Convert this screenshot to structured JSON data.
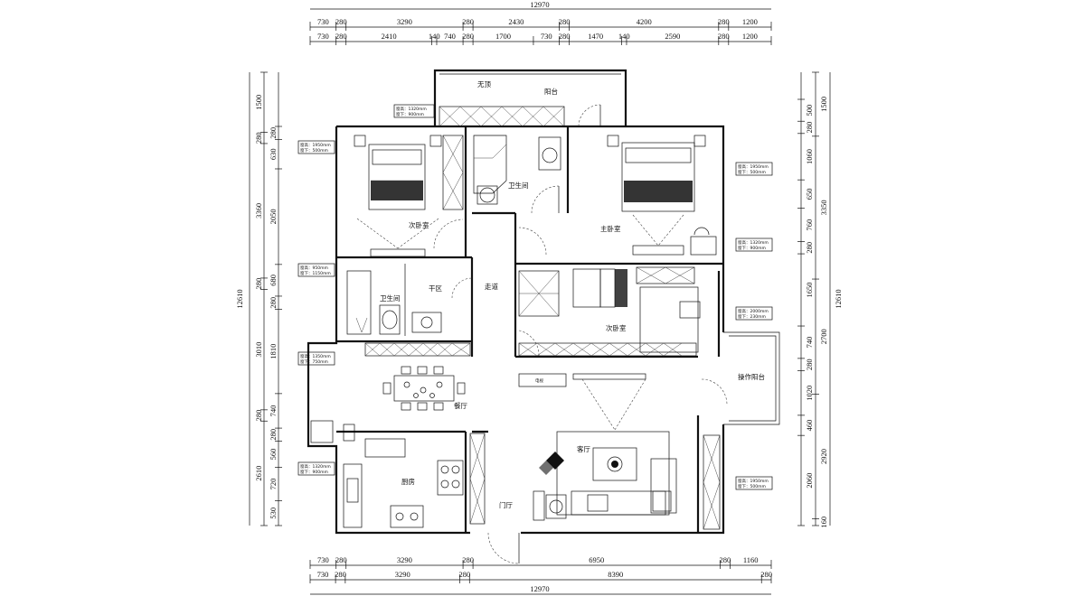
{
  "dimensions": {
    "top_total": "12970",
    "top_row1": [
      "730",
      "280",
      "3290",
      "280",
      "2430",
      "280",
      "4200",
      "280",
      "1200"
    ],
    "top_row2": [
      "730",
      "280",
      "2410",
      "140",
      "740",
      "280",
      "1700",
      "730",
      "280",
      "1470",
      "140",
      "2590",
      "280",
      "1200"
    ],
    "bottom_row1": [
      "730",
      "280",
      "3290",
      "280",
      "6950",
      "280",
      "1160"
    ],
    "bottom_row2": [
      "730",
      "280",
      "3290",
      "280",
      "8390",
      "280"
    ],
    "bottom_total": "12970",
    "left_total": "12610",
    "left_row1": [
      "1500",
      "280",
      "3360",
      "280",
      "3010",
      "280",
      "2610"
    ],
    "left_row2": [
      "280",
      "630",
      "2050",
      "680",
      "280",
      "1810",
      "740",
      "280",
      "560",
      "720",
      "530"
    ],
    "right_total": "12610",
    "right_row1": [
      "1500",
      "3350",
      "2700",
      "2920",
      "160"
    ],
    "right_row2": [
      "500",
      "280",
      "1060",
      "650",
      "760",
      "280",
      "1650",
      "740",
      "280",
      "1020",
      "460",
      "2060"
    ]
  },
  "rooms": {
    "no_roof": "无顶",
    "balcony": "阳台",
    "bath_top": "卫生间",
    "bedroom_2a": "次卧室",
    "master_bedroom": "主卧室",
    "bath_left": "卫生间",
    "dry_zone": "干区",
    "corridor": "走道",
    "bedroom_2b": "次卧室",
    "dining": "餐厅",
    "service_balcony": "操作阳台",
    "living": "客厅",
    "kitchen": "厨房",
    "foyer": "门厅"
  },
  "window_tags": [
    {
      "line1": "窗高：1320mm",
      "line2": "窗下：900mm"
    },
    {
      "line1": "窗高：1950mm",
      "line2": "窗下：500mm"
    },
    {
      "line1": "窗高：1950mm",
      "line2": "窗下：500mm"
    },
    {
      "line1": "窗高：1320mm",
      "line2": "窗下：900mm"
    },
    {
      "line1": "窗高：950mm",
      "line2": "窗下：1150mm"
    },
    {
      "line1": "窗高：2000mm",
      "line2": "窗下：230mm"
    },
    {
      "line1": "窗高：1350mm",
      "line2": "窗下：750mm"
    },
    {
      "line1": "窗高：1320mm",
      "line2": "窗下：900mm"
    },
    {
      "line1": "窗高：1950mm",
      "line2": "窗下：500mm"
    }
  ],
  "tv_label": "电视"
}
